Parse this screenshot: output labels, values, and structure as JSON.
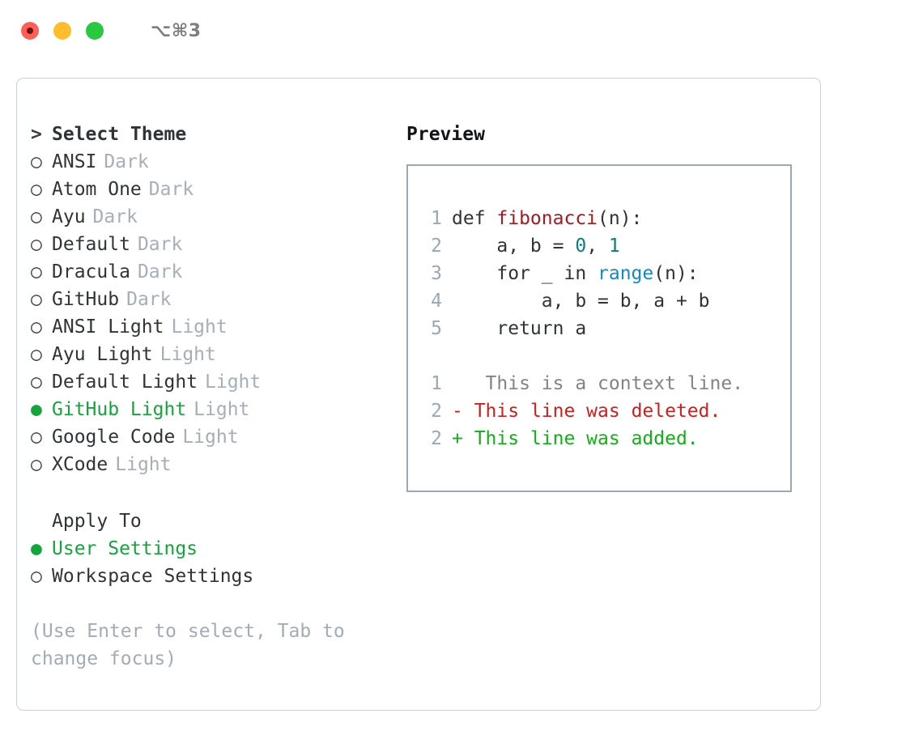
{
  "titlebar": {
    "shortcut": "⌥⌘3",
    "lights": [
      "close-red",
      "minimize-yellow",
      "maximize-green"
    ]
  },
  "theme_list": {
    "header": {
      "marker": ">",
      "label": "Select Theme"
    },
    "items": [
      {
        "marker": "○",
        "label": "ANSI",
        "variant": "Dark",
        "selected": false
      },
      {
        "marker": "○",
        "label": "Atom One",
        "variant": "Dark",
        "selected": false
      },
      {
        "marker": "○",
        "label": "Ayu",
        "variant": "Dark",
        "selected": false
      },
      {
        "marker": "○",
        "label": "Default",
        "variant": "Dark",
        "selected": false
      },
      {
        "marker": "○",
        "label": "Dracula",
        "variant": "Dark",
        "selected": false
      },
      {
        "marker": "○",
        "label": "GitHub",
        "variant": "Dark",
        "selected": false
      },
      {
        "marker": "○",
        "label": "ANSI Light",
        "variant": "Light",
        "selected": false
      },
      {
        "marker": "○",
        "label": "Ayu Light",
        "variant": "Light",
        "selected": false
      },
      {
        "marker": "○",
        "label": "Default Light",
        "variant": "Light",
        "selected": false
      },
      {
        "marker": "●",
        "label": "GitHub Light",
        "variant": "Light",
        "selected": true
      },
      {
        "marker": "○",
        "label": "Google Code",
        "variant": "Light",
        "selected": false
      },
      {
        "marker": "○",
        "label": "XCode",
        "variant": "Light",
        "selected": false
      }
    ]
  },
  "apply_to": {
    "header": "Apply To",
    "options": [
      {
        "marker": "●",
        "label": "User Settings",
        "selected": true
      },
      {
        "marker": "○",
        "label": "Workspace Settings",
        "selected": false
      }
    ]
  },
  "hint": "(Use Enter to select, Tab to change focus)",
  "preview": {
    "title": "Preview",
    "code_lines": [
      {
        "no": "1",
        "parts": [
          {
            "t": "def ",
            "c": "plain"
          },
          {
            "t": "fibonacci",
            "c": "tok-fn"
          },
          {
            "t": "(n):",
            "c": "plain"
          }
        ]
      },
      {
        "no": "2",
        "parts": [
          {
            "t": "    a, b = ",
            "c": "plain"
          },
          {
            "t": "0",
            "c": "tok-num"
          },
          {
            "t": ", ",
            "c": "plain"
          },
          {
            "t": "1",
            "c": "tok-num"
          }
        ]
      },
      {
        "no": "3",
        "parts": [
          {
            "t": "    for _ in ",
            "c": "plain"
          },
          {
            "t": "range",
            "c": "tok-builtin"
          },
          {
            "t": "(n):",
            "c": "plain"
          }
        ]
      },
      {
        "no": "4",
        "parts": [
          {
            "t": "        a, b = b, a + b",
            "c": "plain"
          }
        ]
      },
      {
        "no": "5",
        "parts": [
          {
            "t": "    return a",
            "c": "plain"
          }
        ]
      }
    ],
    "diff_lines": [
      {
        "no": "1",
        "sign": " ",
        "text": "  This is a context line.",
        "c": "tok-ctx"
      },
      {
        "no": "2",
        "sign": "-",
        "text": " This line was deleted.",
        "c": "tok-del"
      },
      {
        "no": "2",
        "sign": "+",
        "text": " This line was added.",
        "c": "tok-add"
      }
    ]
  },
  "colors": {
    "accent_green": "#13a53c",
    "muted": "#a7aeb8",
    "border": "#c9d1da",
    "preview_border": "#9aa7b5",
    "diff_add": "#11b016",
    "diff_del": "#cc1f1f",
    "fn_red": "#a6191f",
    "num_teal": "#0d7c7c",
    "builtin_blue": "#1288c8"
  }
}
